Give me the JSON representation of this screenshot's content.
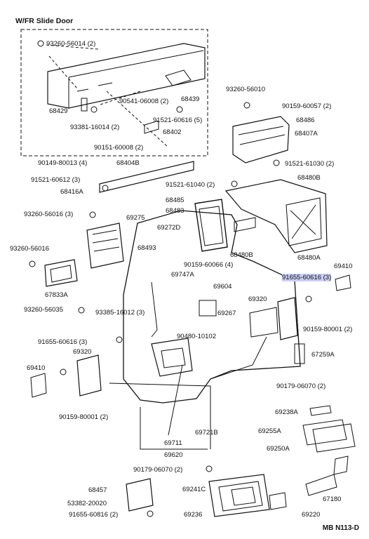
{
  "title": "W/FR Slide Door",
  "footer_code": "MB N113-D",
  "highlight_color": "#c9cef7",
  "labels": [
    {
      "text": "93260-56014 (2)"
    },
    {
      "text": "68429"
    },
    {
      "text": "93381-16014 (2)"
    },
    {
      "text": "90541-06008 (2)"
    },
    {
      "text": "68439"
    },
    {
      "text": "91521-60616 (5)"
    },
    {
      "text": "68402"
    },
    {
      "text": "90151-60008 (2)"
    },
    {
      "text": "90149-80013 (4)"
    },
    {
      "text": "68404B"
    },
    {
      "text": "91521-60612 (3)"
    },
    {
      "text": "68416A"
    },
    {
      "text": "93260-56010"
    },
    {
      "text": "90159-60057 (2)"
    },
    {
      "text": "68486"
    },
    {
      "text": "68407A"
    },
    {
      "text": "91521-61030 (2)"
    },
    {
      "text": "68480B"
    },
    {
      "text": "91521-61040 (2)"
    },
    {
      "text": "68485"
    },
    {
      "text": "68483"
    },
    {
      "text": "93260-56016 (3)"
    },
    {
      "text": "69275"
    },
    {
      "text": "69272D"
    },
    {
      "text": "93260-56016"
    },
    {
      "text": "68493"
    },
    {
      "text": "90159-60066 (4)"
    },
    {
      "text": "68480B"
    },
    {
      "text": "68480A"
    },
    {
      "text": "69410"
    },
    {
      "text": "91655-60616 (3)"
    },
    {
      "text": "67833A"
    },
    {
      "text": "69747A"
    },
    {
      "text": "69604"
    },
    {
      "text": "69320"
    },
    {
      "text": "93260-56035"
    },
    {
      "text": "93385-16012 (3)"
    },
    {
      "text": "69267"
    },
    {
      "text": "90159-80001 (2)"
    },
    {
      "text": "90480-10102"
    },
    {
      "text": "91655-60616 (3)"
    },
    {
      "text": "69320"
    },
    {
      "text": "67259A"
    },
    {
      "text": "69410"
    },
    {
      "text": "90159-80001 (2)"
    },
    {
      "text": "90179-06070 (2)"
    },
    {
      "text": "69238A"
    },
    {
      "text": "69255A"
    },
    {
      "text": "69721B"
    },
    {
      "text": "69711"
    },
    {
      "text": "69250A"
    },
    {
      "text": "69620"
    },
    {
      "text": "90179-06070 (2)"
    },
    {
      "text": "68457"
    },
    {
      "text": "67180"
    },
    {
      "text": "53382-20020"
    },
    {
      "text": "69241C"
    },
    {
      "text": "91655-60816 (2)"
    },
    {
      "text": "69236"
    },
    {
      "text": "69220"
    }
  ]
}
